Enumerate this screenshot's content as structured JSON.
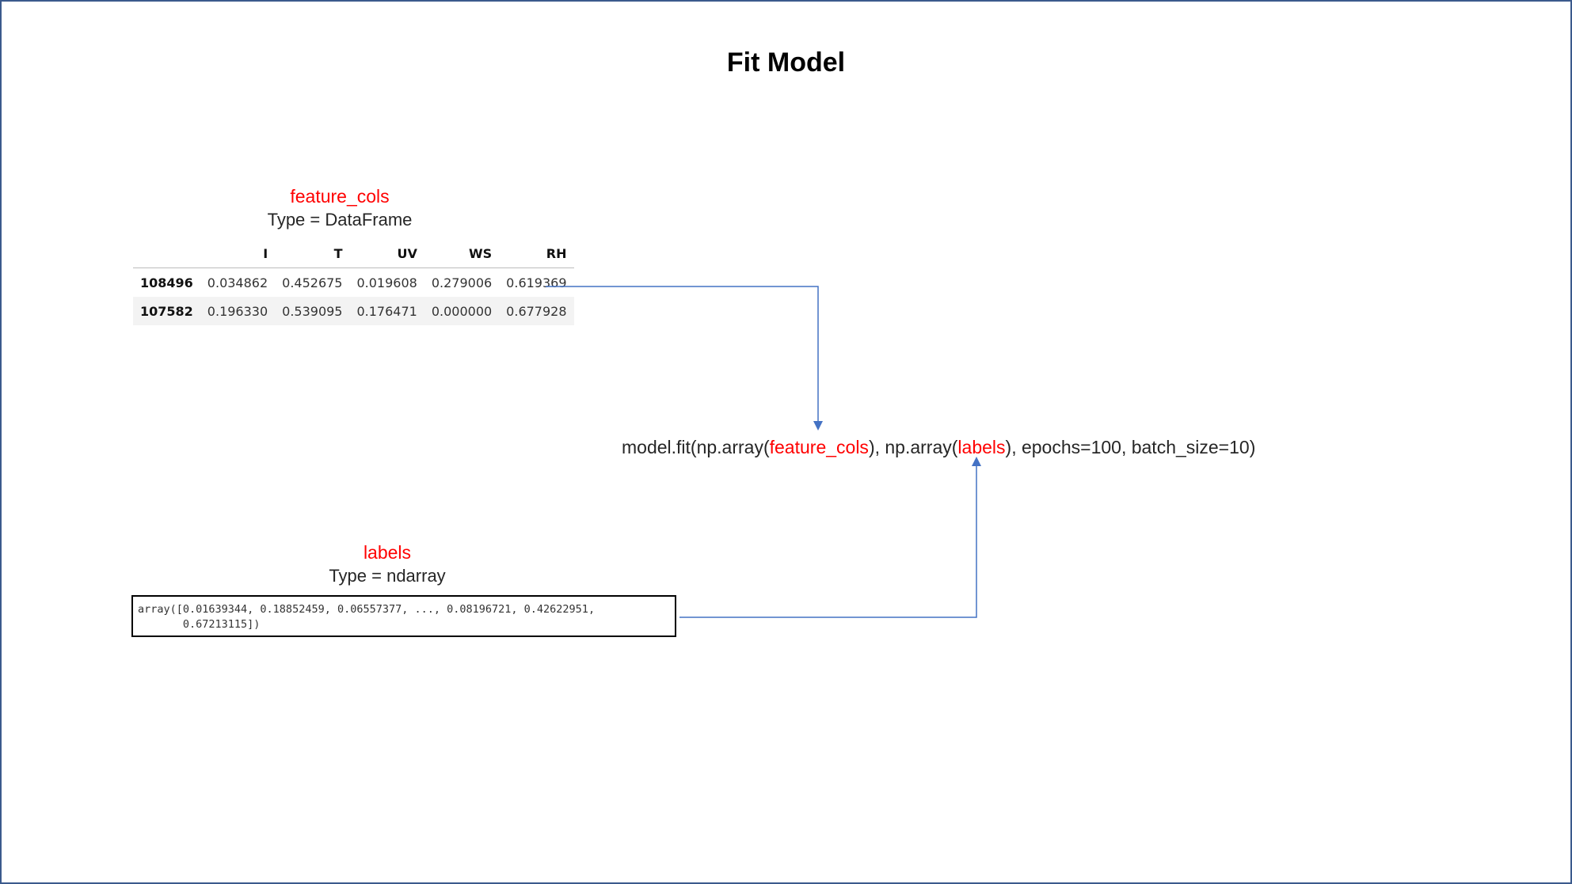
{
  "title": "Fit Model",
  "feature_cols": {
    "name": "feature_cols",
    "type_label": "Type =  DataFrame",
    "table": {
      "columns": [
        "",
        "I",
        "T",
        "UV",
        "WS",
        "RH"
      ],
      "rows": [
        {
          "index": "108496",
          "values": [
            "0.034862",
            "0.452675",
            "0.019608",
            "0.279006",
            "0.619369"
          ]
        },
        {
          "index": "107582",
          "values": [
            "0.196330",
            "0.539095",
            "0.176471",
            "0.000000",
            "0.677928"
          ]
        }
      ]
    }
  },
  "labels": {
    "name": "labels",
    "type_label": "Type = ndarray",
    "array_line1": "array([0.01639344, 0.18852459, 0.06557377, ..., 0.08196721, 0.42622951,",
    "array_line2": "       0.67213115])"
  },
  "expression": {
    "part1": "model.fit(np.array(",
    "arg1": "feature_cols",
    "part2": "), np.array(",
    "arg2": "labels",
    "part3": "), epochs=100, batch_size=10)"
  },
  "colors": {
    "highlight": "#ff0000",
    "connector": "#4472c4",
    "border": "#3b5a8c"
  }
}
